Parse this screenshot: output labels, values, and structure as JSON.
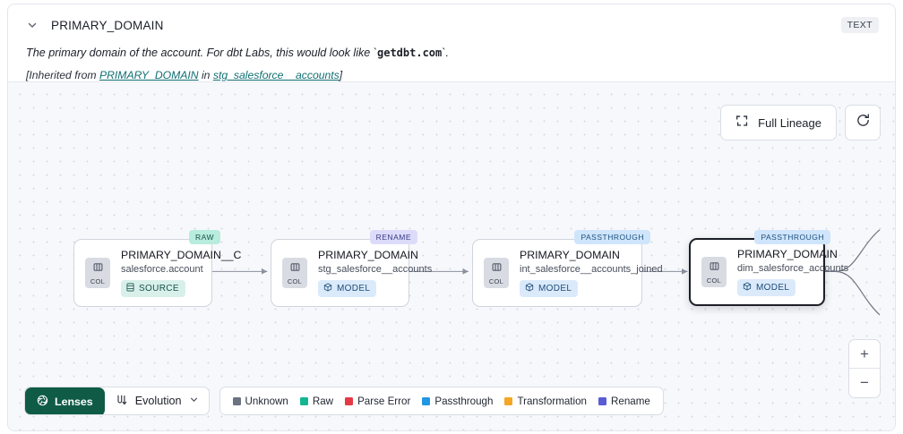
{
  "header": {
    "chevron_icon": "chevron-down-icon",
    "column_name": "PRIMARY_DOMAIN",
    "type_badge": "TEXT",
    "description_pre": "The primary domain of the account. For dbt Labs, this would look like `",
    "description_code": "getdbt.com",
    "description_post": "`.",
    "inherit_prefix": "[Inherited from ",
    "inherit_link1": "PRIMARY_DOMAIN",
    "inherit_mid": " in ",
    "inherit_link2": "stg_salesforce__accounts",
    "inherit_suffix": "]"
  },
  "toolbar": {
    "full_lineage_label": "Full Lineage",
    "full_lineage_icon": "expand-brackets-icon",
    "refresh_icon": "refresh-icon",
    "zoom_in_label": "+",
    "zoom_out_label": "−"
  },
  "graph": {
    "col_chip_label": "COL",
    "col_chip_icon": "columns-icon",
    "nodes": [
      {
        "id": "node-1",
        "title": "PRIMARY_DOMAIN__C",
        "subtitle": "salesforce.account",
        "kind": "SOURCE",
        "kind_icon": "database-icon",
        "lens": "RAW",
        "selected": false
      },
      {
        "id": "node-2",
        "title": "PRIMARY_DOMAIN",
        "subtitle": "stg_salesforce__accounts",
        "kind": "MODEL",
        "kind_icon": "cube-icon",
        "lens": "RENAME",
        "selected": false
      },
      {
        "id": "node-3",
        "title": "PRIMARY_DOMAIN",
        "subtitle": "int_salesforce__accounts_joined",
        "kind": "MODEL",
        "kind_icon": "cube-icon",
        "lens": "PASSTHROUGH",
        "selected": false
      },
      {
        "id": "node-4",
        "title": "PRIMARY_DOMAIN",
        "subtitle": "dim_salesforce_accounts",
        "kind": "MODEL",
        "kind_icon": "cube-icon",
        "lens": "PASSTHROUGH",
        "selected": true
      }
    ]
  },
  "bottom": {
    "lenses_label": "Lenses",
    "lenses_icon": "aperture-icon",
    "evolution_label": "Evolution",
    "evolution_icon": "evolution-icon",
    "evolution_chevron": "chevron-down-icon",
    "legend": [
      {
        "label": "Unknown",
        "color": "#6b7280"
      },
      {
        "label": "Raw",
        "color": "#12b791"
      },
      {
        "label": "Parse Error",
        "color": "#e63946"
      },
      {
        "label": "Passthrough",
        "color": "#2196e3"
      },
      {
        "label": "Transformation",
        "color": "#f5a623"
      },
      {
        "label": "Rename",
        "color": "#5b5bd6"
      }
    ]
  }
}
